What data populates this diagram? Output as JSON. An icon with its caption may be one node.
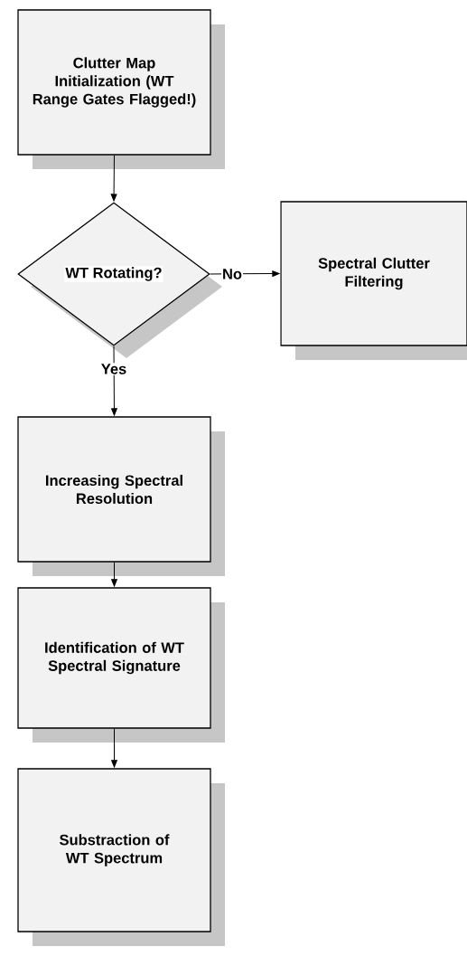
{
  "diagram": {
    "nodes": [
      {
        "text": [
          "Clutter Map Initialization (WT Range Gates Flagged!)"
        ]
      },
      {
        "text": [
          "WT Rotating?"
        ]
      },
      {
        "text": [
          "Spectral Clutter Filtering"
        ]
      },
      {
        "text": [
          "Increasing Spectral Resolution"
        ]
      },
      {
        "text": [
          "Identification of WT Spectral Signature"
        ]
      },
      {
        "text": [
          "Substraction of WT Spectrum"
        ]
      }
    ],
    "edges": [
      {
        "from": 0,
        "to": 1,
        "arrow": "to"
      },
      {
        "from": 1,
        "to": 2,
        "arrow": "to",
        "label": "No"
      },
      {
        "from": 1,
        "to": 3,
        "arrow": "to",
        "label": "Yes"
      },
      {
        "from": 3,
        "to": 4,
        "arrow": "to"
      },
      {
        "from": 4,
        "to": 5,
        "arrow": "to"
      }
    ]
  }
}
